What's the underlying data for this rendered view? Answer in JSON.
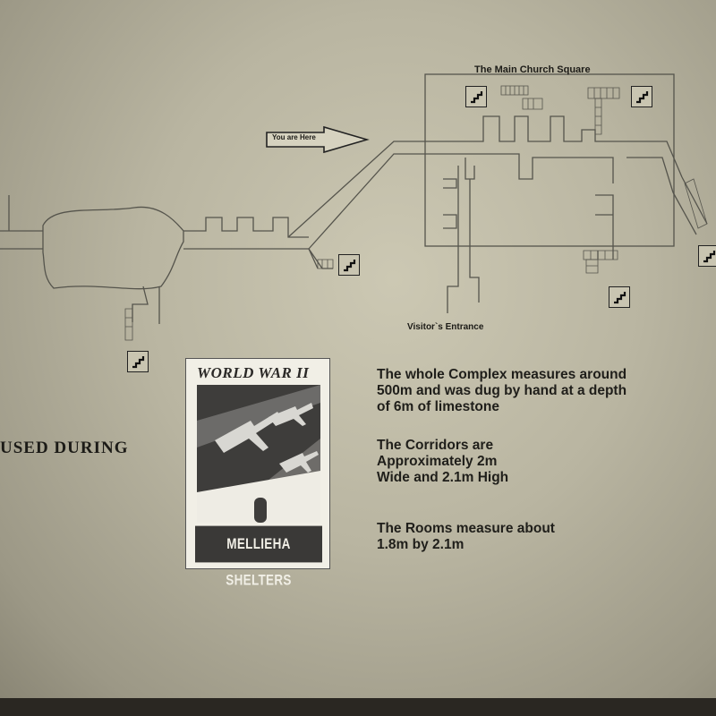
{
  "map": {
    "square_label": "The Main Church Square",
    "you_are_here": "You are Here",
    "entrance_label": "Visitor`s Entrance",
    "stair_icon": "stairs-icon"
  },
  "side_text": "USED DURING",
  "poster": {
    "title": "WORLD WAR II",
    "footer": "MELLIEHA SHELTERS"
  },
  "info": {
    "block1": [
      "The whole Complex measures around",
      "500m and was dug by hand at a depth",
      "of 6m of limestone"
    ],
    "block2": [
      "The Corridors are",
      "Approximately 2m",
      "Wide and 2.1m High"
    ],
    "block3": [
      "The Rooms measure about",
      "1.8m by 2.1m"
    ]
  },
  "colors": {
    "board": "#c4c0ab",
    "ink": "#1c1b17",
    "poster_dark": "#3a3937"
  }
}
